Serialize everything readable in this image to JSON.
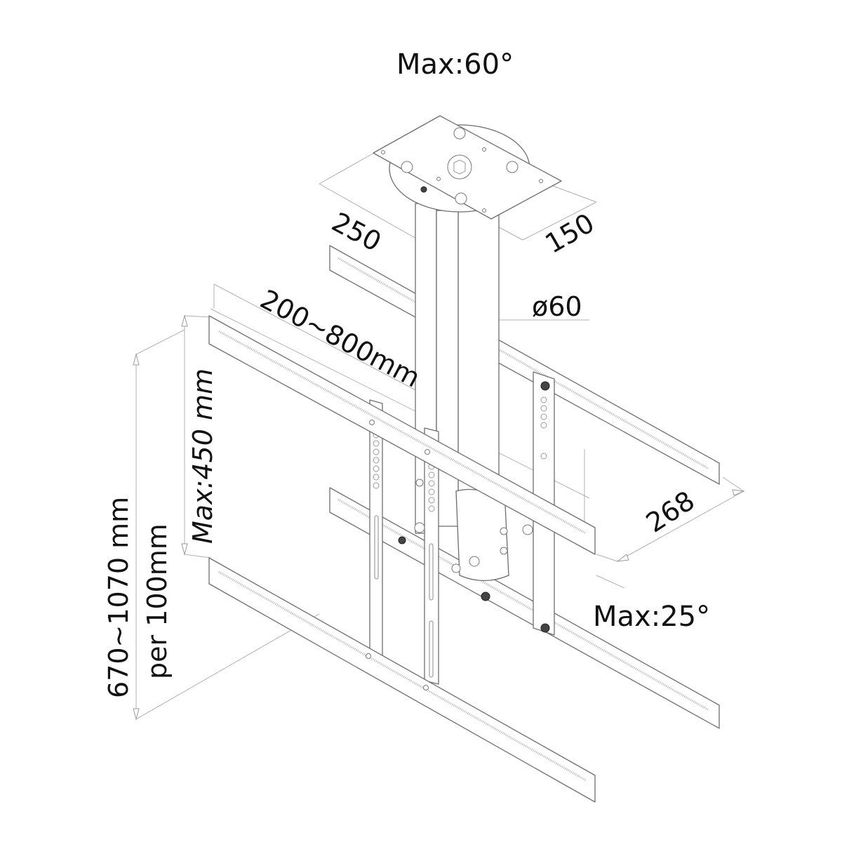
{
  "diagram": {
    "subject": "Ceiling TV mount dimension drawing",
    "labels": {
      "tilt_top": "Max:60°",
      "plate_width": "250",
      "plate_depth": "150",
      "pole_diameter": "ø60",
      "vesa_range": "200~800mm",
      "rail_height": "Max:450 mm",
      "pole_length": "670~1070 mm",
      "pole_step": "per 100mm",
      "rail_depth": "268",
      "tilt_bottom": "Max:25°"
    },
    "colors": {
      "line": "#6e6e6e",
      "dimension_line": "#b0b0b0",
      "text": "#111111",
      "background": "#ffffff"
    }
  }
}
